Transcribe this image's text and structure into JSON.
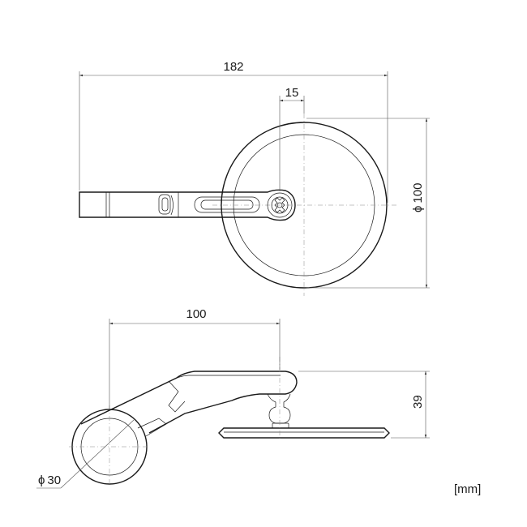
{
  "dimensions": {
    "total_width": "182",
    "arm_offset": "15",
    "mirror_diameter": "100",
    "clamp_reach": "100",
    "height": "39",
    "bar_diameter": "30",
    "diameter_symbol": "ϕ"
  },
  "unit_label": "[mm]"
}
